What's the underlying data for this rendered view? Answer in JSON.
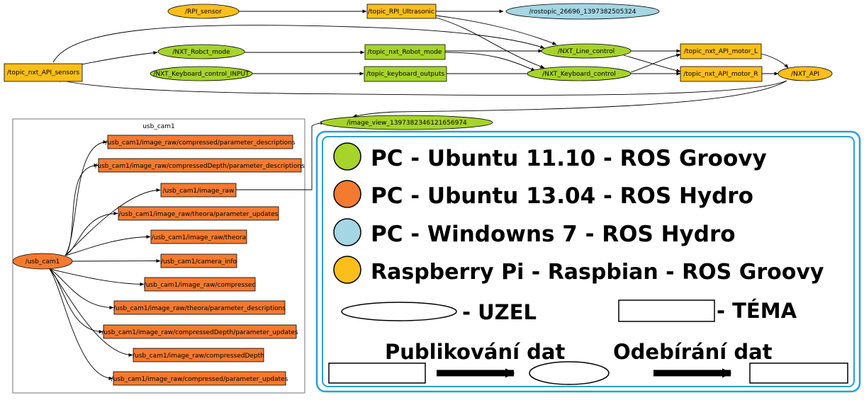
{
  "colors": {
    "groovy_pc": "#a6d42a",
    "hydro_ubuntu": "#f47a30",
    "hydro_windows": "#a4d6e4",
    "raspberry": "#fbbf1a",
    "legend_border": "#2a9fd6"
  },
  "top_graph": {
    "nodes": {
      "rpi_sensor": "/RPI_sensor",
      "nxt_robot_mode": "/NXT_Robct_mode",
      "nxt_keyboard_input": "/NXT_Keyboard_control_INPUT",
      "nxt_line_control": "/NXT_Line_control",
      "nxt_keyboard_control": "/NXT_Keyboard_control",
      "nxt_api": "/NXT_API",
      "rostopic": "/rostopic_26696_1397382505324",
      "image_view": "/image_view_1397382346121656974"
    },
    "topics": {
      "topic_rpi_ultrasonic": "/topic_RPI_Ultrasonic",
      "topic_nxt_api_sensors": "/topic_nxt_API_sensors",
      "topic_nxt_robot_mode": "/topic_nxt_Robot_mode",
      "topic_keyboard_outputs": "/topic_keyboard_outputs",
      "topic_motor_l": "/topic_nxt_API_motor_L",
      "topic_motor_r": "/topic_nxt_API_motor_R"
    }
  },
  "usb_cam": {
    "cluster_label": "usb_cam1",
    "node": "/usb_cam1",
    "topics": [
      "/usb_cam1/image_raw/compressed/parameter_descriptions",
      "/usb_cam1/image_raw/compressedDepth/parameter_descriptions",
      "/usb_cam1/image_raw",
      "/usb_cam1/image_raw/theora/parameter_updates",
      "/usb_cam1/image_raw/theora",
      "/usb_cam1/camera_info",
      "/usb_cam1/image_raw/compressed",
      "/usb_cam1/image_raw/theora/parameter_descriptions",
      "/usb_cam1/image_raw/compressedDepth/parameter_updates",
      "/usb_cam1/image_raw/compressedDepth",
      "/usb_cam1/image_raw/compressed/parameter_updates"
    ]
  },
  "legend": {
    "items": [
      "PC - Ubuntu 11.10 - ROS Groovy",
      "PC - Ubuntu 13.04 - ROS Hydro",
      "PC - Windowns 7 - ROS Hydro",
      "Raspberry Pi - Raspbian - ROS Groovy"
    ],
    "node_label": "- UZEL",
    "topic_label": "- TÉMA",
    "publish_label": "Publikování dat",
    "subscribe_label": "Odebírání dat"
  }
}
